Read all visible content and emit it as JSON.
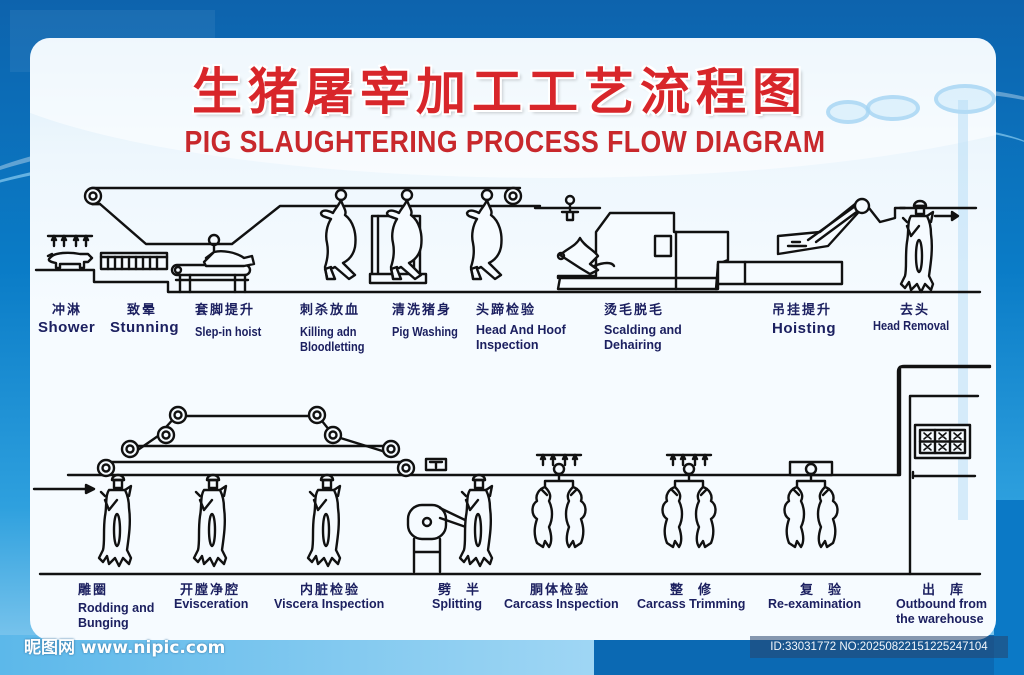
{
  "title": {
    "cn": "生猪屠宰加工工艺流程图",
    "en": "PIG SLAUGHTERING PROCESS FLOW DIAGRAM"
  },
  "colors": {
    "title": "#d8262a",
    "label": "#1c2060",
    "line_art": "#111111",
    "background_blue": "#0a7cc7",
    "panel": "#f6fbff"
  },
  "row1_steps": [
    {
      "cn": "冲淋",
      "en": "Shower"
    },
    {
      "cn": "致晕",
      "en": "Stunning"
    },
    {
      "cn": "套脚提升",
      "en": "Slep-in hoist"
    },
    {
      "cn": "刺杀放血",
      "en": "Killing adn Bloodletting"
    },
    {
      "cn": "清洗猪身",
      "en": "Pig Washing"
    },
    {
      "cn": "头蹄检验",
      "en": "Head And Hoof Inspection"
    },
    {
      "cn": "烫毛脱毛",
      "en": "Scalding and Dehairing"
    },
    {
      "cn": "吊挂提升",
      "en": "Hoisting"
    },
    {
      "cn": "去头",
      "en": "Head Removal"
    }
  ],
  "row2_steps": [
    {
      "cn": "雕圈",
      "en": "Rodding and Bunging"
    },
    {
      "cn": "开膛净腔",
      "en": "Evisceration"
    },
    {
      "cn": "内脏检验",
      "en": "Viscera Inspection"
    },
    {
      "cn": "劈  半",
      "en": "Splitting"
    },
    {
      "cn": "胴体检验",
      "en": "Carcass Inspection"
    },
    {
      "cn": "整  修",
      "en": "Carcass Trimming"
    },
    {
      "cn": "复  验",
      "en": "Re-examination"
    },
    {
      "cn": "出  库",
      "en": "Outbound from the warehouse"
    }
  ],
  "icons": {
    "flow_arrow": "arrow-right-icon",
    "shower": "shower-sprinkler-icon",
    "pig": "pig-icon",
    "carcass": "hanging-carcass-icon",
    "conveyor": "conveyor-roller-icon"
  },
  "footer": {
    "watermark": "昵图网 www.nipic.com",
    "id_text": "ID:33031772 NO:20250822151225247104"
  }
}
